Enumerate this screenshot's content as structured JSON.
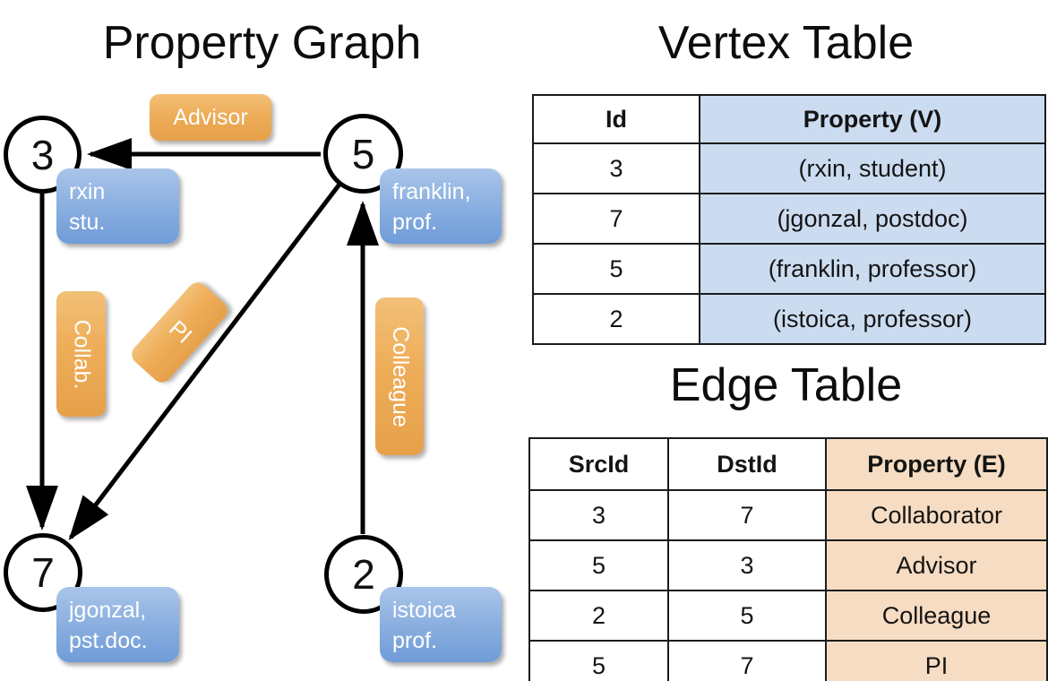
{
  "titles": {
    "graph": "Property Graph",
    "vertex_table": "Vertex Table",
    "edge_table": "Edge Table"
  },
  "graph": {
    "vertices": [
      {
        "id": "3",
        "property": "rxin\nstu."
      },
      {
        "id": "5",
        "property": "franklin,\nprof."
      },
      {
        "id": "7",
        "property": "jgonzal,\npst.doc."
      },
      {
        "id": "2",
        "property": "istoica\nprof."
      }
    ],
    "edge_labels": [
      {
        "name": "advisor",
        "text": "Advisor"
      },
      {
        "name": "collab",
        "text": "Collab."
      },
      {
        "name": "pi",
        "text": "PI"
      },
      {
        "name": "colleague",
        "text": "Colleague"
      }
    ]
  },
  "vertex_table": {
    "headers": [
      "Id",
      "Property (V)"
    ],
    "rows": [
      {
        "id": "3",
        "property": "(rxin, student)"
      },
      {
        "id": "7",
        "property": "(jgonzal, postdoc)"
      },
      {
        "id": "5",
        "property": "(franklin, professor)"
      },
      {
        "id": "2",
        "property": "(istoica, professor)"
      }
    ]
  },
  "edge_table": {
    "headers": [
      "SrcId",
      "DstId",
      "Property (E)"
    ],
    "rows": [
      {
        "src": "3",
        "dst": "7",
        "property": "Collaborator"
      },
      {
        "src": "5",
        "dst": "3",
        "property": "Advisor"
      },
      {
        "src": "2",
        "dst": "5",
        "property": "Colleague"
      },
      {
        "src": "5",
        "dst": "7",
        "property": "PI"
      }
    ]
  },
  "colors": {
    "vertex_property_fill": "#8cb0e0",
    "edge_label_fill": "#eead58",
    "vertex_table_highlight": "#ccdcf0",
    "edge_table_highlight": "#f6dcc2",
    "stroke": "#000000"
  }
}
